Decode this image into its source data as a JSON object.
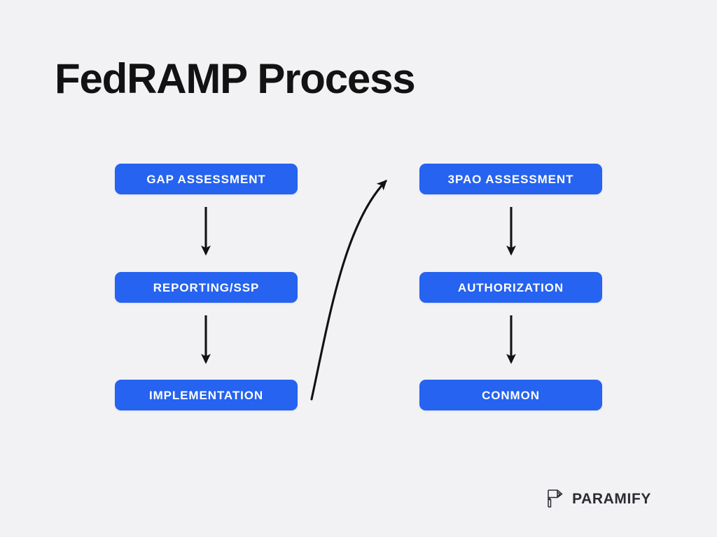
{
  "page": {
    "title": "FedRAMP Process",
    "background_color": "#f2f2f5",
    "accent_color": "#2563f0",
    "text_color": "#121212"
  },
  "diagram": {
    "type": "flowchart",
    "columns": [
      {
        "name": "left-column",
        "steps": [
          {
            "id": "gap-assessment",
            "label": "GAP ASSESSMENT"
          },
          {
            "id": "reporting-ssp",
            "label": "REPORTING/SSP"
          },
          {
            "id": "implementation",
            "label": "IMPLEMENTATION"
          }
        ]
      },
      {
        "name": "right-column",
        "steps": [
          {
            "id": "3pao-assessment",
            "label": "3PAO ASSESSMENT"
          },
          {
            "id": "authorization",
            "label": "AUTHORIZATION"
          },
          {
            "id": "conmon",
            "label": "CONMON"
          }
        ]
      }
    ],
    "connectors": [
      {
        "id": "gap-to-reporting",
        "from": "gap-assessment",
        "to": "reporting-ssp",
        "style": "straight-down-arrow"
      },
      {
        "id": "reporting-to-impl",
        "from": "reporting-ssp",
        "to": "implementation",
        "style": "straight-down-arrow"
      },
      {
        "id": "impl-to-3pao",
        "from": "implementation",
        "to": "3pao-assessment",
        "style": "curved-up-arrow"
      },
      {
        "id": "3pao-to-authorization",
        "from": "3pao-assessment",
        "to": "authorization",
        "style": "straight-down-arrow"
      },
      {
        "id": "authorization-to-conmon",
        "from": "authorization",
        "to": "conmon",
        "style": "straight-down-arrow"
      }
    ],
    "arrow_color": "#121212"
  },
  "brand": {
    "name": "PARAMIFY",
    "mark": "paramify-logo-icon",
    "color": "#2b2b31"
  }
}
